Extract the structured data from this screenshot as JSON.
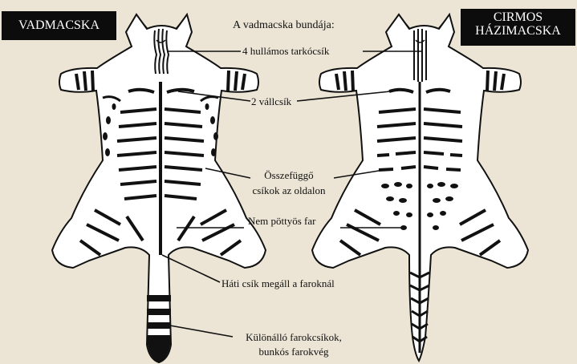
{
  "titles": {
    "left": "VADMACSKA",
    "right_line1": "CIRMOS",
    "right_line2": "HÁZIMACSKA"
  },
  "header": "A vadmacska bundája:",
  "annotations": {
    "nape": "4 hullámos tarkócsík",
    "shoulder": "2 vállcsík",
    "flank_line1": "Összefüggő",
    "flank_line2": "csíkok az oldalon",
    "rump": "Nem pöttyös far",
    "dorsal": "Háti csík megáll a faroknál",
    "tail_line1": "Különálló farokcsíkok,",
    "tail_line2": "bunkós farokvég"
  },
  "colors": {
    "background": "#ece5d5",
    "pelt": "#ffffff",
    "ink": "#111111",
    "badge": "#0c0c0c"
  }
}
